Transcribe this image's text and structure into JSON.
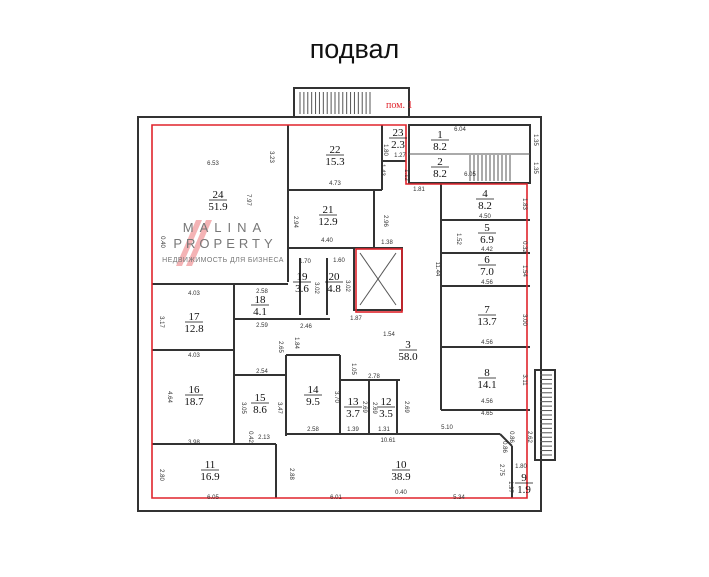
{
  "title": "подвал",
  "premise_label": "пом. 1",
  "watermark": {
    "line1": "MALINA",
    "line2": "PROPERTY",
    "tagline": "НЕДВИЖИМОСТЬ ДЛЯ БИЗНЕСА"
  },
  "colors": {
    "outline": "#e0242c",
    "walls": "#333333"
  },
  "rooms": [
    {
      "number": "1",
      "area": "8.2"
    },
    {
      "number": "2",
      "area": "8.2"
    },
    {
      "number": "3",
      "area": "58.0"
    },
    {
      "number": "4",
      "area": "8.2"
    },
    {
      "number": "5",
      "area": "6.9"
    },
    {
      "number": "6",
      "area": "7.0"
    },
    {
      "number": "7",
      "area": "13.7"
    },
    {
      "number": "8",
      "area": "14.1"
    },
    {
      "number": "9",
      "area": "1.9"
    },
    {
      "number": "10",
      "area": "38.9"
    },
    {
      "number": "11",
      "area": "16.9"
    },
    {
      "number": "12",
      "area": "3.5"
    },
    {
      "number": "13",
      "area": "3.7"
    },
    {
      "number": "14",
      "area": "9.5"
    },
    {
      "number": "15",
      "area": "8.6"
    },
    {
      "number": "16",
      "area": "18.7"
    },
    {
      "number": "17",
      "area": "12.8"
    },
    {
      "number": "18",
      "area": "4.1"
    },
    {
      "number": "19",
      "area": "3.6"
    },
    {
      "number": "20",
      "area": "4.8"
    },
    {
      "number": "21",
      "area": "12.9"
    },
    {
      "number": "22",
      "area": "15.3"
    },
    {
      "number": "23",
      "area": "2.3"
    },
    {
      "number": "24",
      "area": "51.9"
    }
  ],
  "dimensions": [
    "6.53",
    "7.97",
    "0.40",
    "3.23",
    "4.73",
    "1.80",
    "1.27",
    "1.12",
    "1.43",
    "6.04",
    "1.35",
    "1.35",
    "6.05",
    "1.81",
    "2.94",
    "4.40",
    "2.96",
    "1.38",
    "4.50",
    "1.83",
    "1.52",
    "4.42",
    "0.32",
    "1.54",
    "4.56",
    "1.70",
    "1.60",
    "3.02",
    "3.02",
    "4.03",
    "2.58",
    "2.59",
    "2.46",
    "1.87",
    "3.17",
    "3.00",
    "1.54",
    "2.65",
    "1.84",
    "4.03",
    "2.54",
    "1.05",
    "2.78",
    "4.56",
    "3.11",
    "4.64",
    "3.05",
    "3.47",
    "3.70",
    "2.69",
    "2.69",
    "2.69",
    "4.56",
    "4.65",
    "3.98",
    "0.42",
    "2.13",
    "2.58",
    "1.39",
    "1.31",
    "5.10",
    "10.61",
    "0.86",
    "0.86",
    "2.62",
    "2.80",
    "2.88",
    "2.75",
    "1.80",
    "1.97",
    "6.05",
    "6.01",
    "0.40",
    "5.34",
    "11.44"
  ]
}
